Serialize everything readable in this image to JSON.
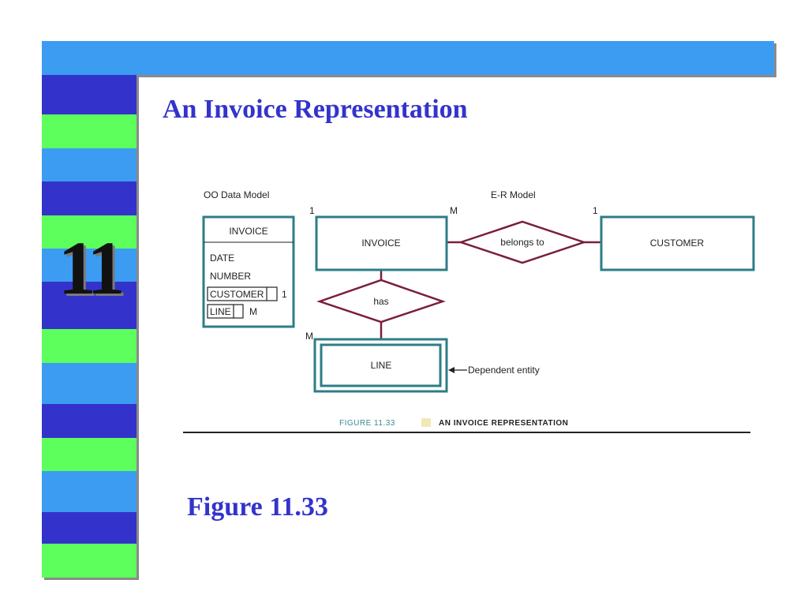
{
  "slide": {
    "title": "An Invoice Representation",
    "chapter_number": "11",
    "figure_label": "Figure 11.33"
  },
  "colors": {
    "top_bar": "#3b9cf2",
    "stripes": [
      "#3333cc",
      "#5cff5c",
      "#3b9cf2"
    ],
    "title_text": "#3333cc",
    "entity_border": "#2e7d86",
    "relationship_border": "#7a1f3a"
  },
  "figure": {
    "oo_model_label": "OO Data Model",
    "er_model_label": "E-R Model",
    "oo_object": {
      "title": "INVOICE",
      "attributes": [
        "DATE",
        "NUMBER"
      ],
      "references": [
        {
          "name": "CUSTOMER",
          "cardinality": "1"
        },
        {
          "name": "LINE",
          "cardinality": "M"
        }
      ]
    },
    "entities": {
      "invoice": "INVOICE",
      "customer": "CUSTOMER",
      "line": "LINE"
    },
    "relationships": {
      "belongs_to": "belongs to",
      "has": "has"
    },
    "cardinalities": {
      "oo_left": "1",
      "invoice_many": "M",
      "customer_one": "1",
      "line_many": "M"
    },
    "annotation": "Dependent entity",
    "caption_number": "FIGURE 11.33",
    "caption_title": "AN INVOICE REPRESENTATION"
  }
}
